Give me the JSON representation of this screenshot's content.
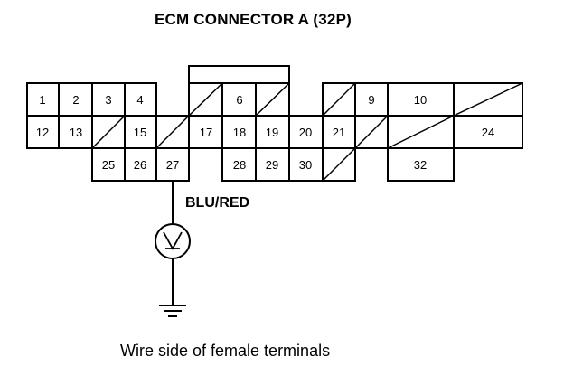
{
  "title": "ECM CONNECTOR A (32P)",
  "wire_label": "BLU/RED",
  "caption": "Wire side of female terminals",
  "meter_icon": "voltmeter-icon",
  "ground_icon": "ground-icon",
  "row1": [
    "1",
    "2",
    "3",
    "4",
    "",
    "6",
    "",
    "",
    "",
    "9",
    "10",
    ""
  ],
  "row2": [
    "12",
    "13",
    "",
    "15",
    "",
    "17",
    "18",
    "19",
    "20",
    "21",
    "",
    "24"
  ],
  "row3": [
    "25",
    "26",
    "27",
    "28",
    "29",
    "30",
    "",
    "32"
  ]
}
